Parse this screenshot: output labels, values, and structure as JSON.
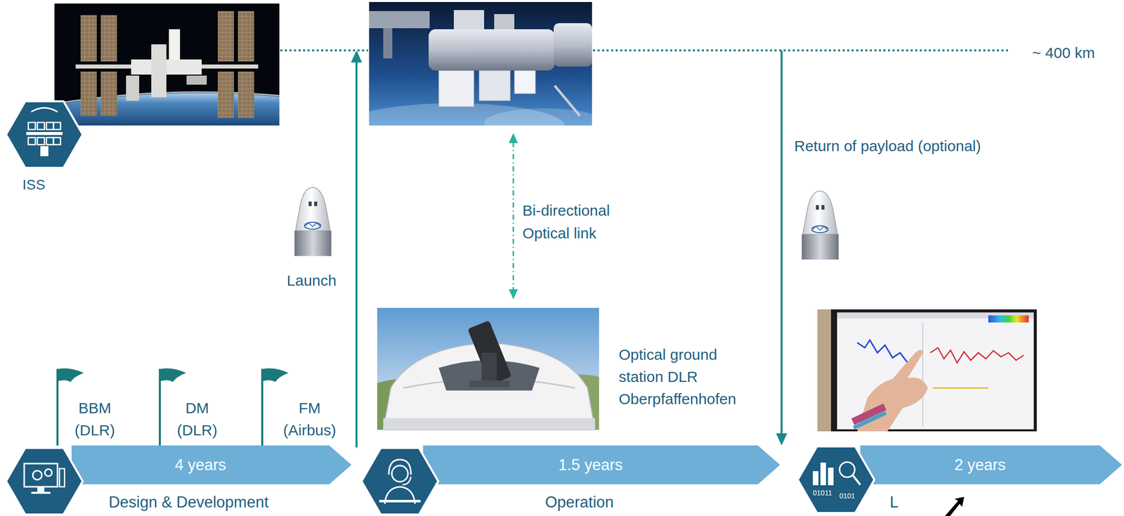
{
  "diagram": {
    "nodes": [
      {
        "text": [
          "4 years",
          "Design & Development"
        ]
      },
      {
        "text": [
          "1.5 years",
          "Operation"
        ]
      },
      {
        "text": [
          "2 years",
          "L"
        ]
      }
    ],
    "labels": [
      "ISS",
      "~ 400 km",
      "Launch",
      "Bi-directional Optical link",
      "Return of payload (optional)",
      "Optical ground station DLR Oberpfaffenhofen",
      "BBM (DLR)",
      "DM (DLR)",
      "FM (Airbus)",
      "01011",
      "0101"
    ]
  }
}
